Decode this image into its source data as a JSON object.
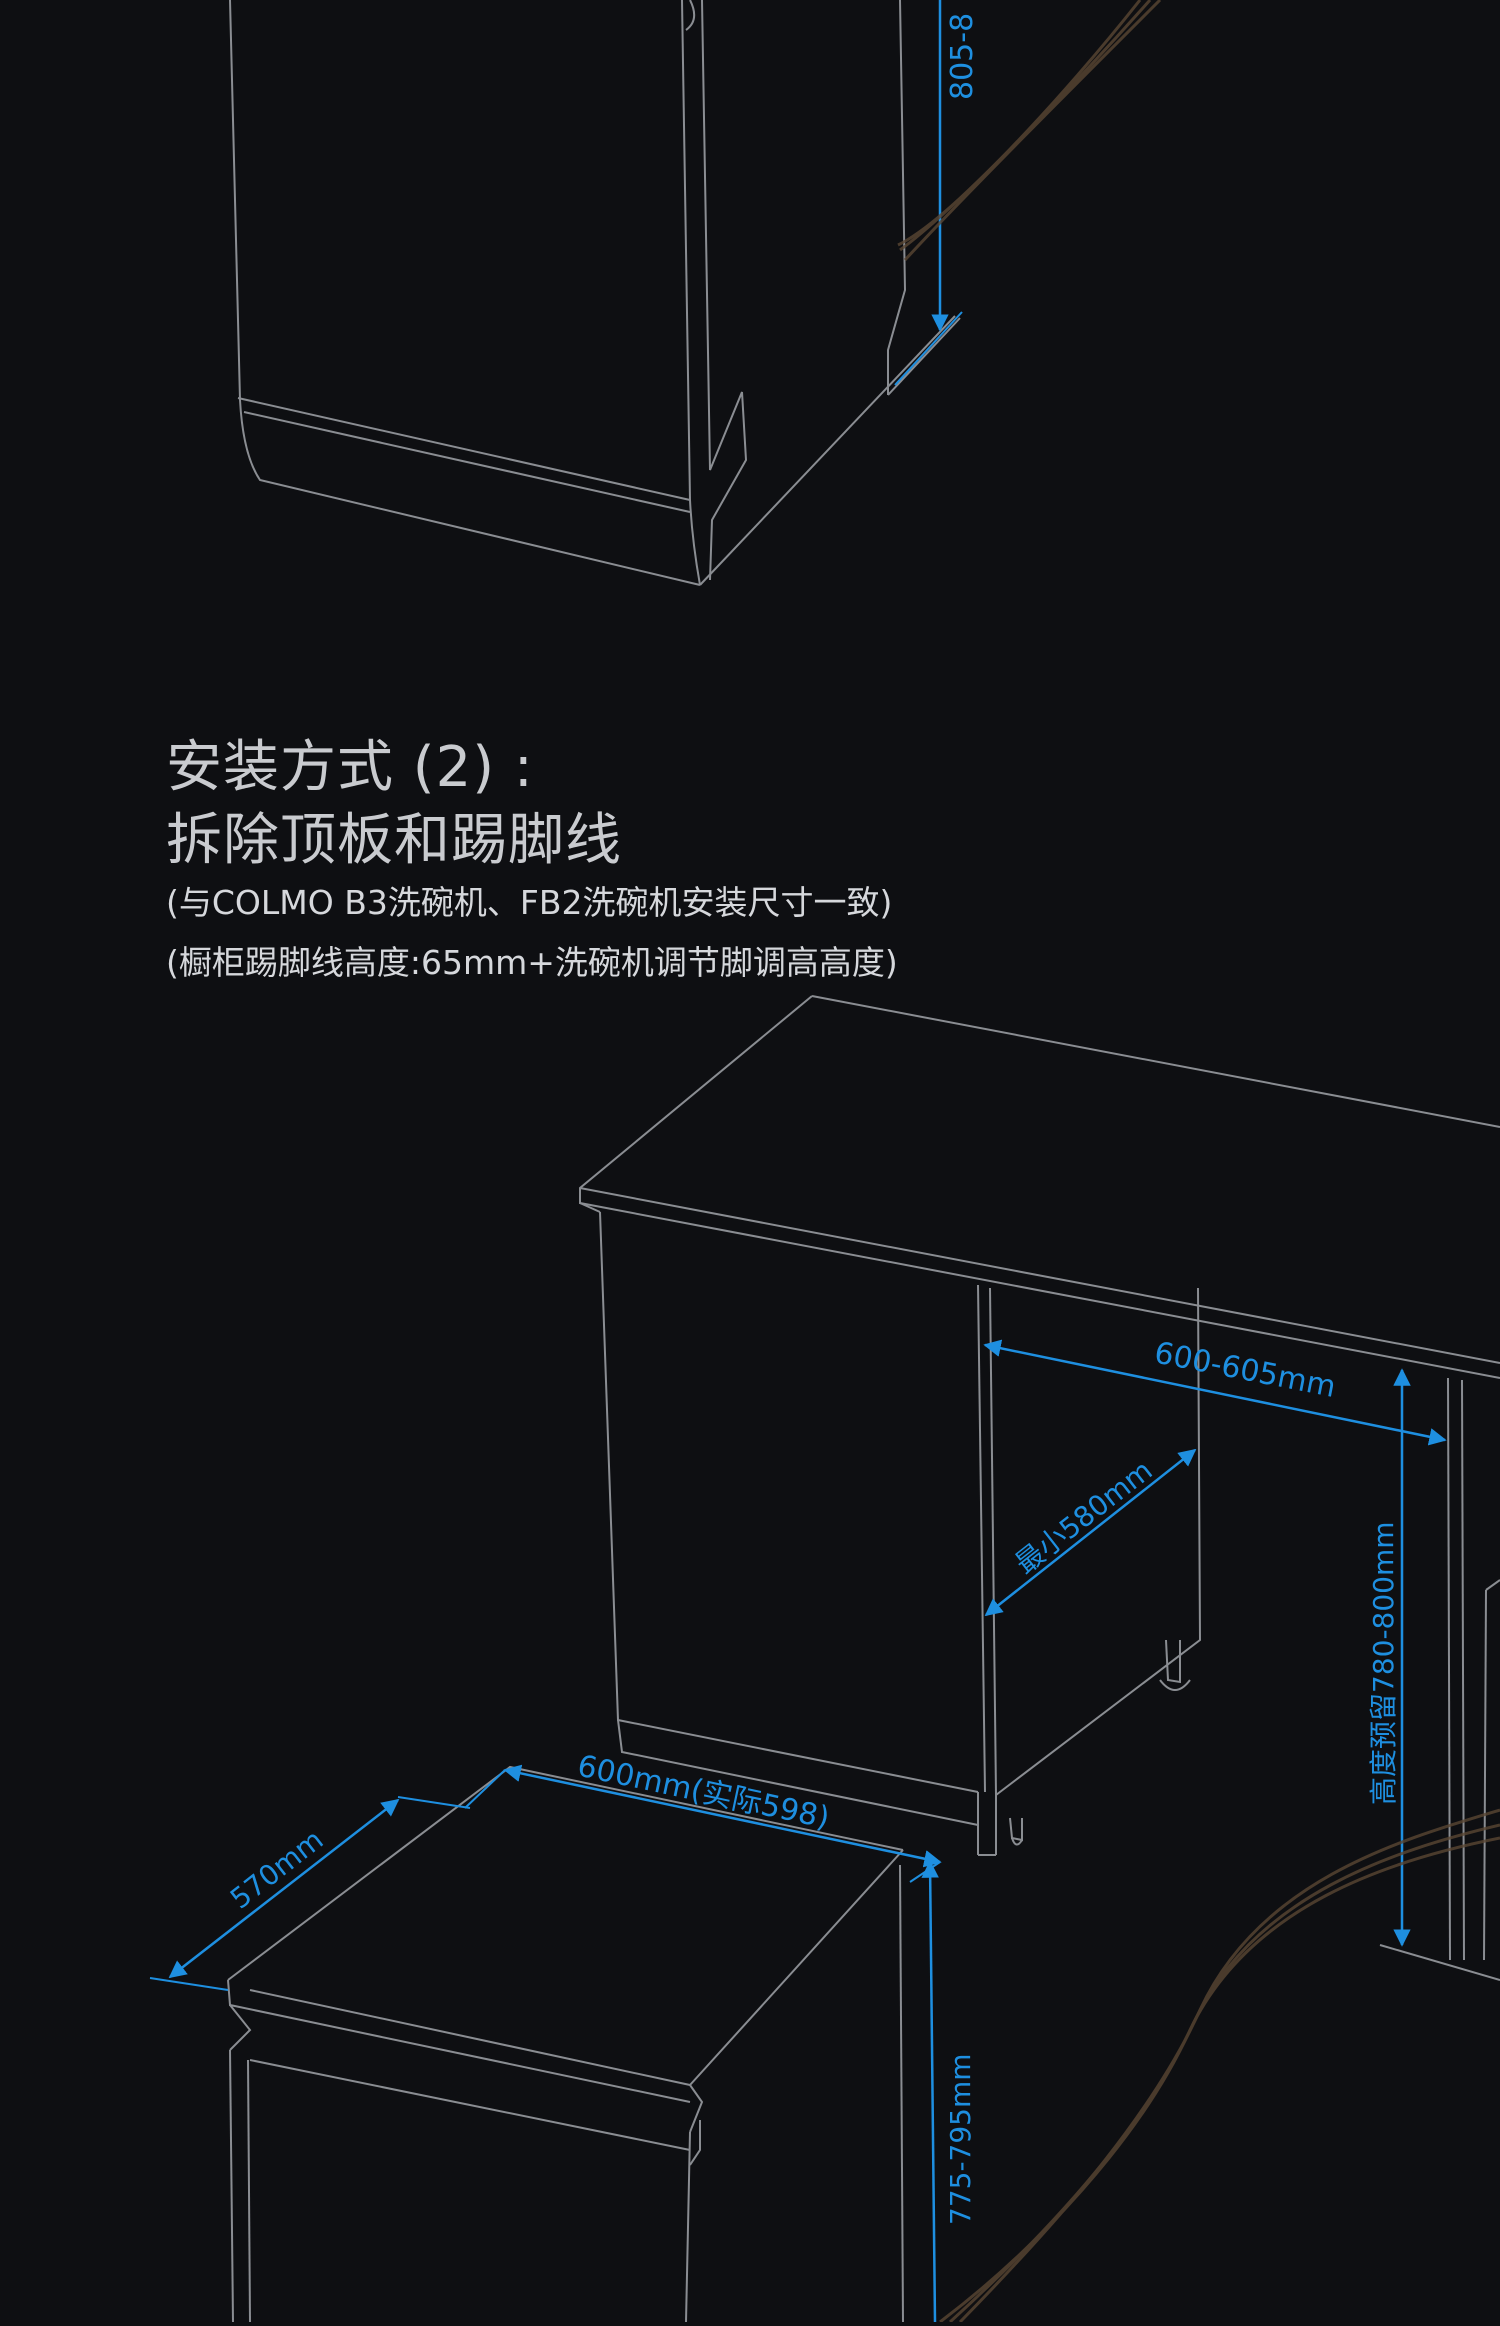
{
  "heading": {
    "title": "安装方式 (2) :",
    "subtitle": "拆除顶板和踢脚线",
    "note1": "(与COLMO B3洗碗机、FB2洗碗机安装尺寸一致)",
    "note2": "(橱柜踢脚线高度:65mm+洗碗机调节脚调高高度)"
  },
  "dimensions": {
    "top_height": "805-8",
    "cabinet_width": "600-605mm",
    "cabinet_depth": "最小580mm",
    "reserved_height": "高度预留780-800mm",
    "appliance_width": "600mm(实际598)",
    "appliance_depth": "570mm",
    "appliance_height": "775-795mm"
  },
  "colors": {
    "background": "#0e0f12",
    "line": "#8a8d92",
    "accent": "#1e8fe0",
    "cable": "#5a4633"
  }
}
